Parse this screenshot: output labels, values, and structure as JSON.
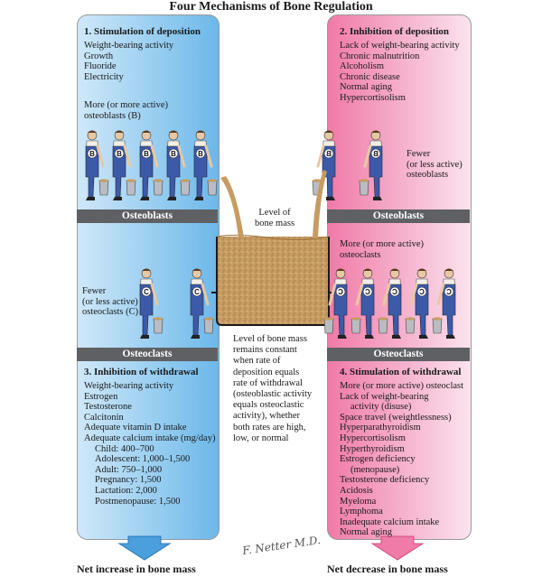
{
  "title": "Four Mechanisms of Bone Regulation",
  "q1": {
    "heading": "1. Stimulation of deposition",
    "items": [
      "Weight-bearing activity",
      "Growth",
      "Fluoride",
      "Electricity"
    ],
    "note_lines": [
      "More (or more active)",
      "osteoblasts (B)"
    ]
  },
  "q2": {
    "heading": "2. Inhibition of deposition",
    "items": [
      "Lack of weight-bearing activity",
      "Chronic malnutrition",
      "Alcoholism",
      "Chronic disease",
      "Normal aging",
      "Hypercortisolism"
    ],
    "note_lines": [
      "Fewer",
      "(or less active)",
      "osteoblasts"
    ]
  },
  "q3": {
    "note_lines": [
      "Fewer",
      "(or less active)",
      "osteoclasts (C)"
    ],
    "heading": "3. Inhibition of withdrawal",
    "items": [
      "Weight-bearing activity",
      "Estrogen",
      "Testosterone",
      "Calcitonin",
      "Adequate vitamin D intake",
      "Adequate calcium intake (mg/day)"
    ],
    "sub_items": [
      "Child: 400–700",
      "Adolescent: 1,000–1,500",
      "Adult: 750–1,000",
      "Pregnancy: 1,500",
      "Lactation: 2,000",
      "Postmenopause: 1,500"
    ]
  },
  "q4": {
    "note_lines": [
      "More (or more active)",
      "osteoclasts"
    ],
    "heading": "4. Stimulation of withdrawal",
    "items": [
      "More (or more active) osteoclast",
      "Lack of weight-bearing",
      "activity (disuse)",
      "Space travel (weightlessness)",
      "Hyperparathyroidism",
      "Hypercortisolism",
      "Hyperthyroidism",
      "Estrogen deficiency",
      "(menopause)",
      "Testosterone deficiency",
      "Acidosis",
      "Myeloma",
      "Lymphoma",
      "Inadequate calcium intake",
      "Normal aging"
    ],
    "indented": [
      2,
      8
    ]
  },
  "bars": {
    "osteoblasts_left": "Osteoblasts",
    "osteoblasts_right": "Osteoblasts",
    "osteoclasts_left": "Osteoclasts",
    "osteoclasts_right": "Osteoclasts"
  },
  "center": {
    "level_label_lines": [
      "Level of",
      "bone mass"
    ],
    "explanation_lines": [
      "Level of bone mass",
      "remains constant",
      "when rate of",
      "deposition equals",
      "rate of withdrawal",
      "(osteoblastic activity",
      "equals osteoclastic",
      "activity), whether",
      "both rates are high,",
      "low, or normal"
    ]
  },
  "footer": {
    "left": "Net increase in bone mass",
    "right": "Net decrease in bone mass",
    "signature": "F. Netter M.D."
  },
  "workers": {
    "top_left_labels": [
      "B",
      "B",
      "B",
      "B",
      "B"
    ],
    "top_right_labels": [
      "B",
      "B"
    ],
    "bottom_left_labels": [
      "C",
      "C"
    ],
    "bottom_right_labels": [
      "C",
      "C",
      "C",
      "C",
      "C"
    ]
  },
  "colors": {
    "blue_panel": "#6cb8ea",
    "pink_panel": "#f07aa8",
    "bar_gray": "#5f6064",
    "sand": "#c69c62",
    "worker_shirt": "#f3efe6",
    "worker_overalls": "#3c5aa8"
  }
}
